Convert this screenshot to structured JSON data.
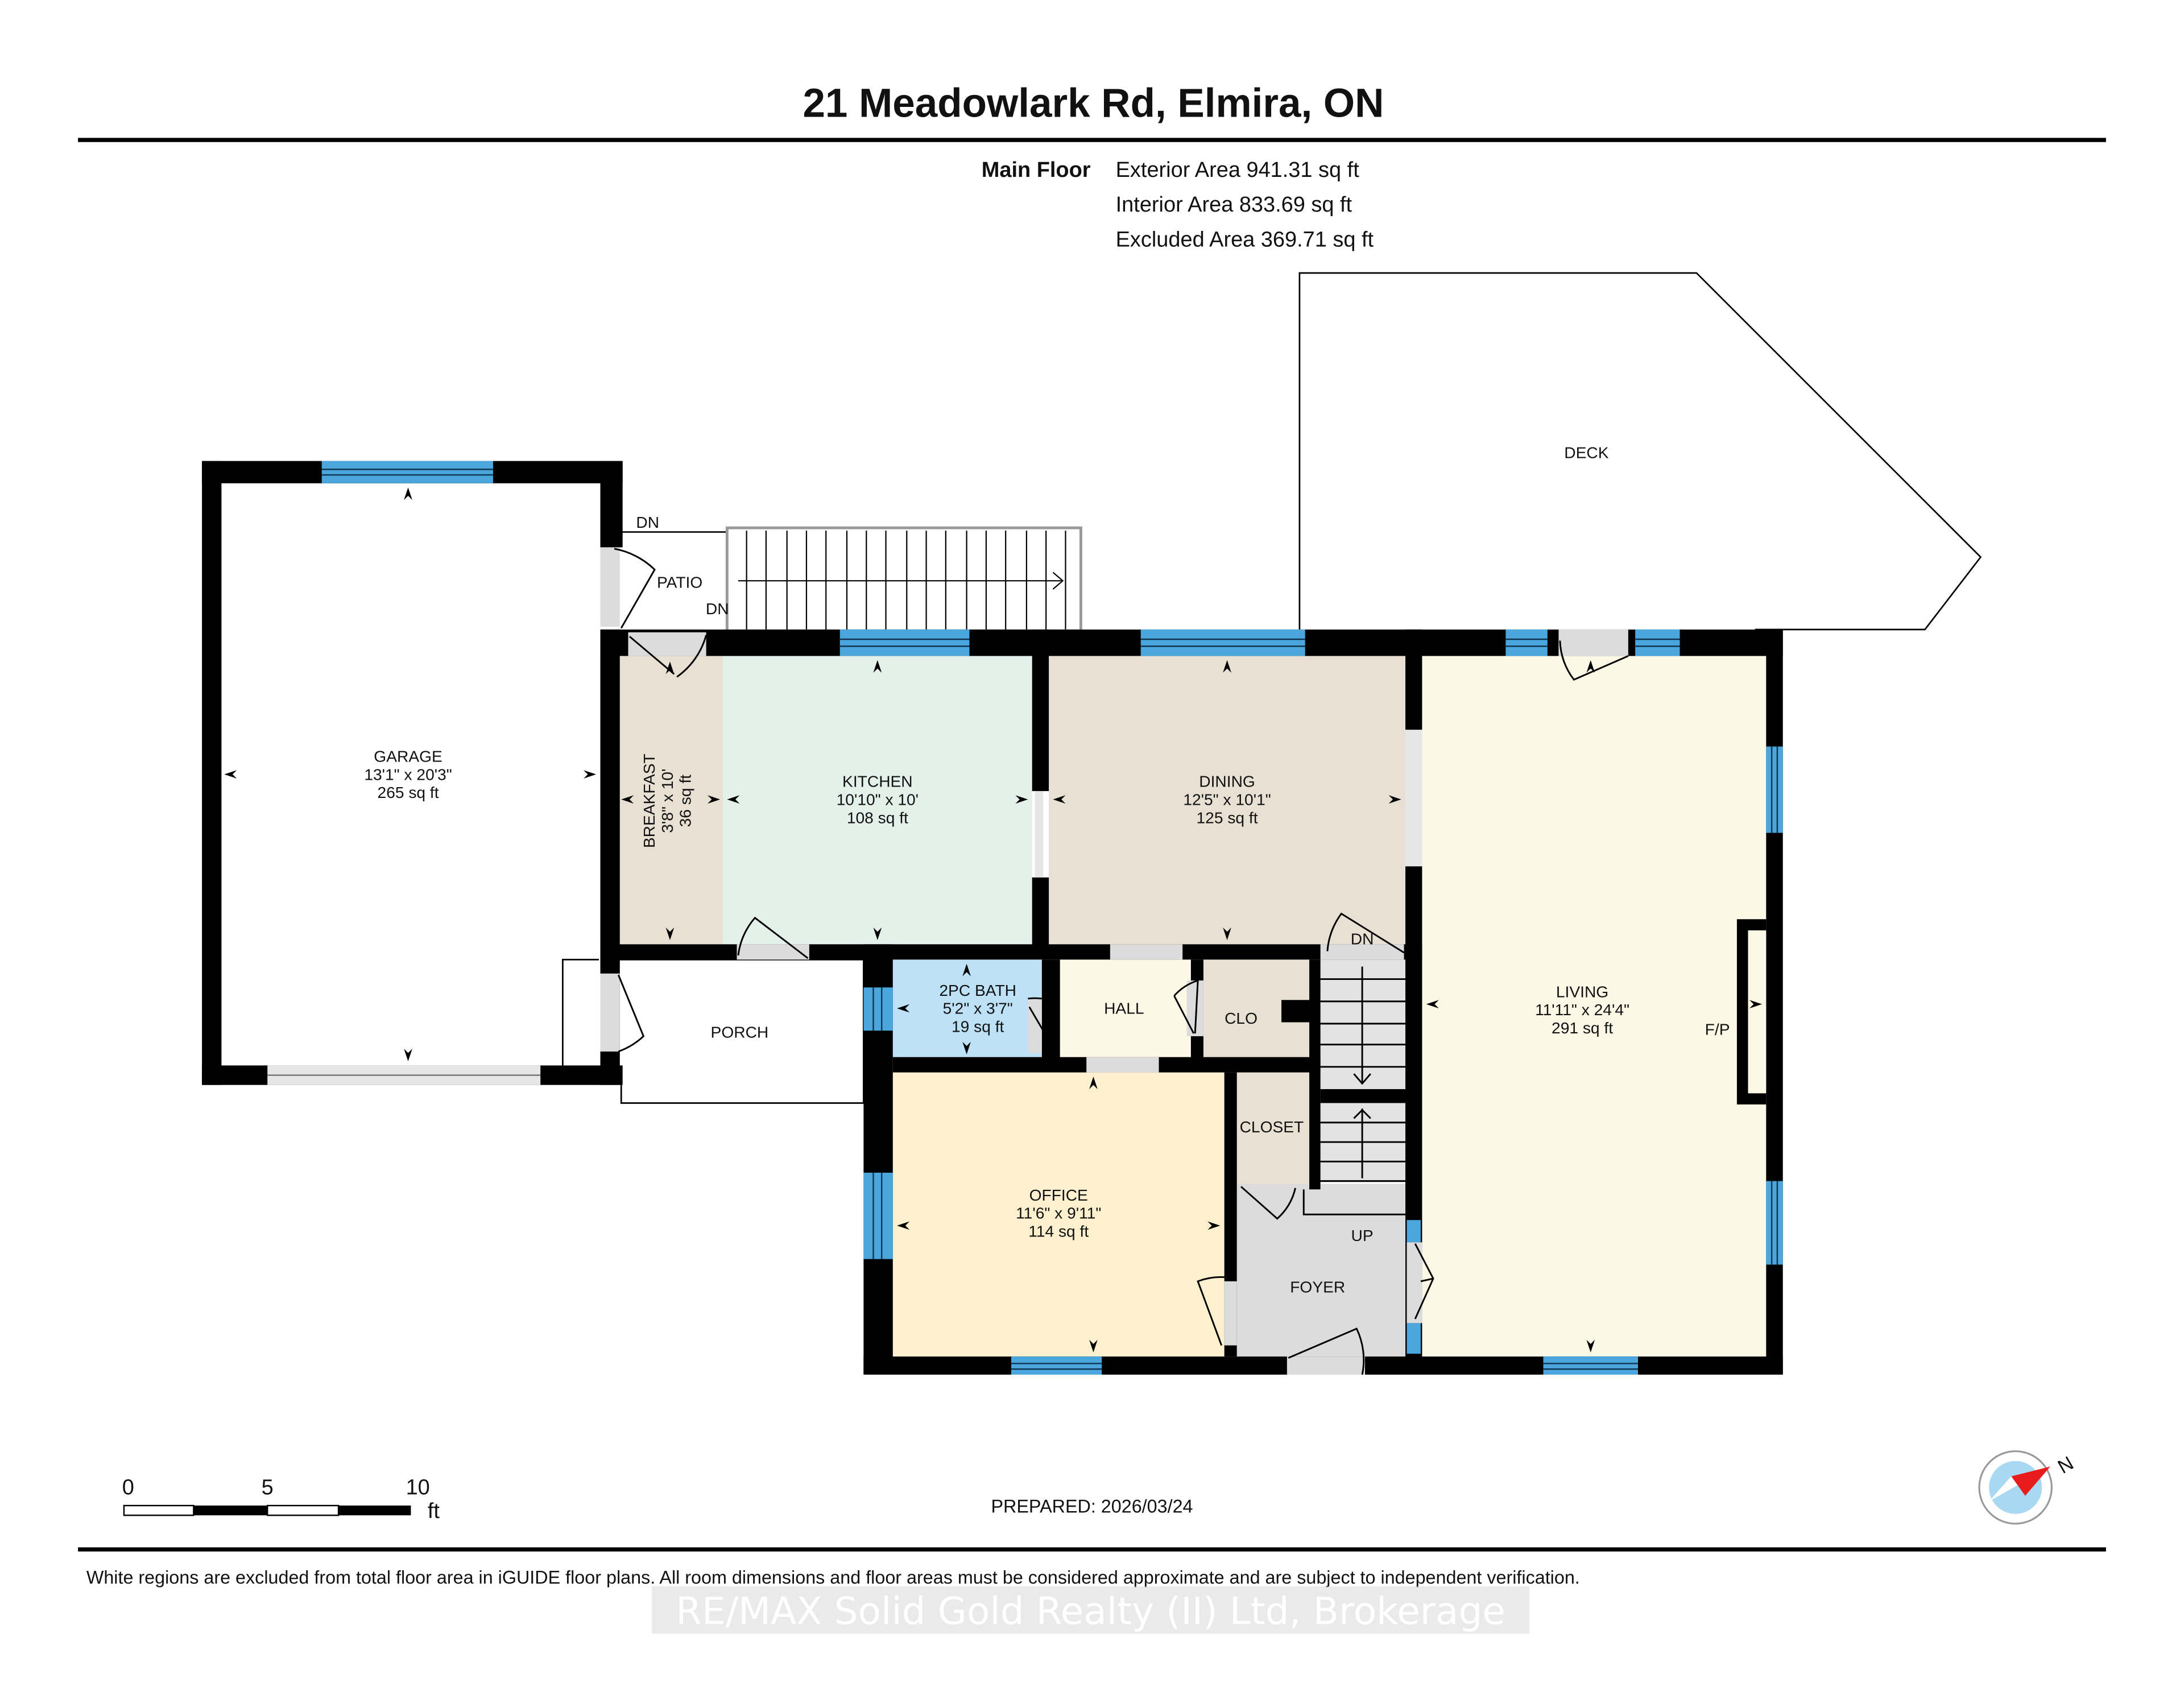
{
  "header": {
    "title": "21 Meadowlark Rd, Elmira, ON",
    "floor_label": "Main Floor",
    "areas": [
      "Exterior Area 941.31 sq ft",
      "Interior Area 833.69 sq ft",
      "Excluded Area 369.71 sq ft"
    ]
  },
  "rooms": {
    "garage": {
      "name": "GARAGE",
      "dims": "13'1\" x 20'3\"",
      "area": "265 sq ft"
    },
    "breakfast": {
      "name": "BREAKFAST",
      "dims": "3'8\" x 10'",
      "area": "36 sq ft"
    },
    "kitchen": {
      "name": "KITCHEN",
      "dims": "10'10\" x 10'",
      "area": "108 sq ft"
    },
    "dining": {
      "name": "DINING",
      "dims": "12'5\" x 10'1\"",
      "area": "125 sq ft"
    },
    "living": {
      "name": "LIVING",
      "dims": "11'11\" x 24'4\"",
      "area": "291 sq ft"
    },
    "bath": {
      "name": "2PC BATH",
      "dims": "5'2\" x 3'7\"",
      "area": "19 sq ft"
    },
    "hall": {
      "name": "HALL"
    },
    "clo": {
      "name": "CLO"
    },
    "closet": {
      "name": "CLOSET"
    },
    "office": {
      "name": "OFFICE",
      "dims": "11'6\" x 9'11\"",
      "area": "114 sq ft"
    },
    "foyer": {
      "name": "FOYER"
    },
    "porch": {
      "name": "PORCH"
    },
    "patio": {
      "name": "PATIO"
    },
    "deck": {
      "name": "DECK"
    }
  },
  "labels": {
    "patio_dn_top": "DN",
    "patio_dn_stairs": "DN",
    "stair_dn": "DN",
    "stair_up": "UP",
    "fireplace": "F/P"
  },
  "colors": {
    "wall": "#000000",
    "window": "#4aa6dc",
    "door_opening": "#dcdcdc",
    "breakfast": "#e8e0d2",
    "kitchen": "#e4f1eb",
    "dining": "#e8e0d2",
    "living": "#fdf8e6",
    "bath": "#bde1f7",
    "hall": "#fdf8e6",
    "clo": "#e8e0d2",
    "office": "#fdf0cf",
    "foyer": "#dcdcdc",
    "stairs": "#e3e3e3"
  },
  "scale_bar": {
    "ticks": [
      "0",
      "5",
      "10"
    ],
    "unit": "ft"
  },
  "prepared": "PREPARED: 2026/03/24",
  "compass": {
    "north_label": "N"
  },
  "footer": {
    "disclaimer": "White regions are excluded from total floor area in iGUIDE floor plans. All room dimensions and floor areas must be considered approximate and are subject to independent verification.",
    "watermark": "RE/MAX Solid Gold Realty (II) Ltd, Brokerage"
  }
}
